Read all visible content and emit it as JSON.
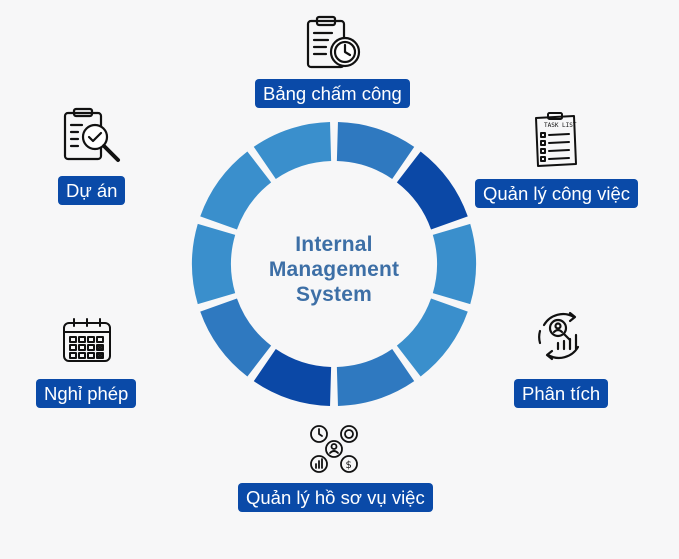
{
  "title_lines": [
    "Internal",
    "Management",
    "System"
  ],
  "colors": {
    "label_bg": "#0a4aa8",
    "title": "#3d6fa6",
    "seg_light": "#3a8fcc",
    "seg_mid": "#2f79c0",
    "seg_dark": "#0b48a6"
  },
  "segments": [
    {
      "shade": "mid"
    },
    {
      "shade": "dark"
    },
    {
      "shade": "light"
    },
    {
      "shade": "light"
    },
    {
      "shade": "mid"
    },
    {
      "shade": "dark"
    },
    {
      "shade": "mid"
    },
    {
      "shade": "light"
    },
    {
      "shade": "light"
    },
    {
      "shade": "light"
    }
  ],
  "modules": [
    {
      "label": "Bảng chấm công",
      "icon": "clipboard-clock-icon"
    },
    {
      "label": "Quản lý công việc",
      "icon": "task-list-icon"
    },
    {
      "label": "Phân tích",
      "icon": "analytics-icon"
    },
    {
      "label": "Quản lý hồ sơ vụ việc",
      "icon": "case-management-icon"
    },
    {
      "label": "Nghỉ phép",
      "icon": "calendar-icon"
    },
    {
      "label": "Dự án",
      "icon": "project-review-icon"
    }
  ]
}
